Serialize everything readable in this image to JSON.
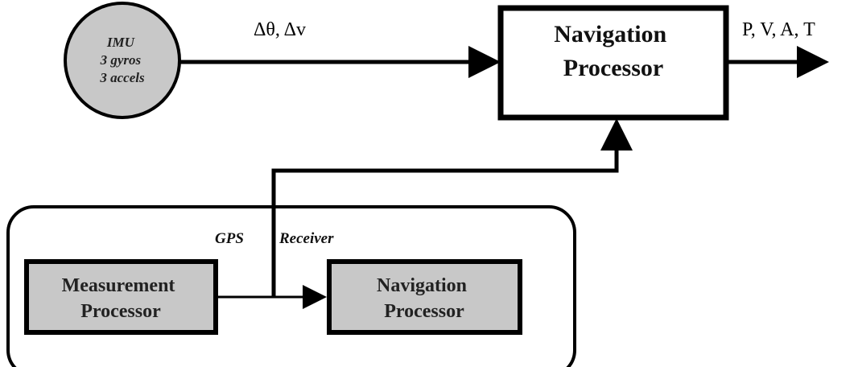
{
  "diagram": {
    "imu": {
      "lines": [
        "IMU",
        "3 gyros",
        "3 accels"
      ],
      "fill": "#c8c8c8"
    },
    "imu_output_label": "Δθ, Δv",
    "main_nav_processor": {
      "lines": [
        "Navigation",
        "Processor"
      ],
      "fill": "#ffffff"
    },
    "output_label": "P, V, A, T",
    "gps_receiver": {
      "label_left": "GPS",
      "label_right": "Receiver"
    },
    "measurement_processor": {
      "lines": [
        "Measurement",
        "Processor"
      ],
      "fill": "#c8c8c8"
    },
    "gps_nav_processor": {
      "lines": [
        "Navigation",
        "Processor"
      ],
      "fill": "#c8c8c8"
    },
    "colors": {
      "stroke": "#000000",
      "block_gray": "#c8c8c8",
      "background": "#ffffff"
    }
  }
}
